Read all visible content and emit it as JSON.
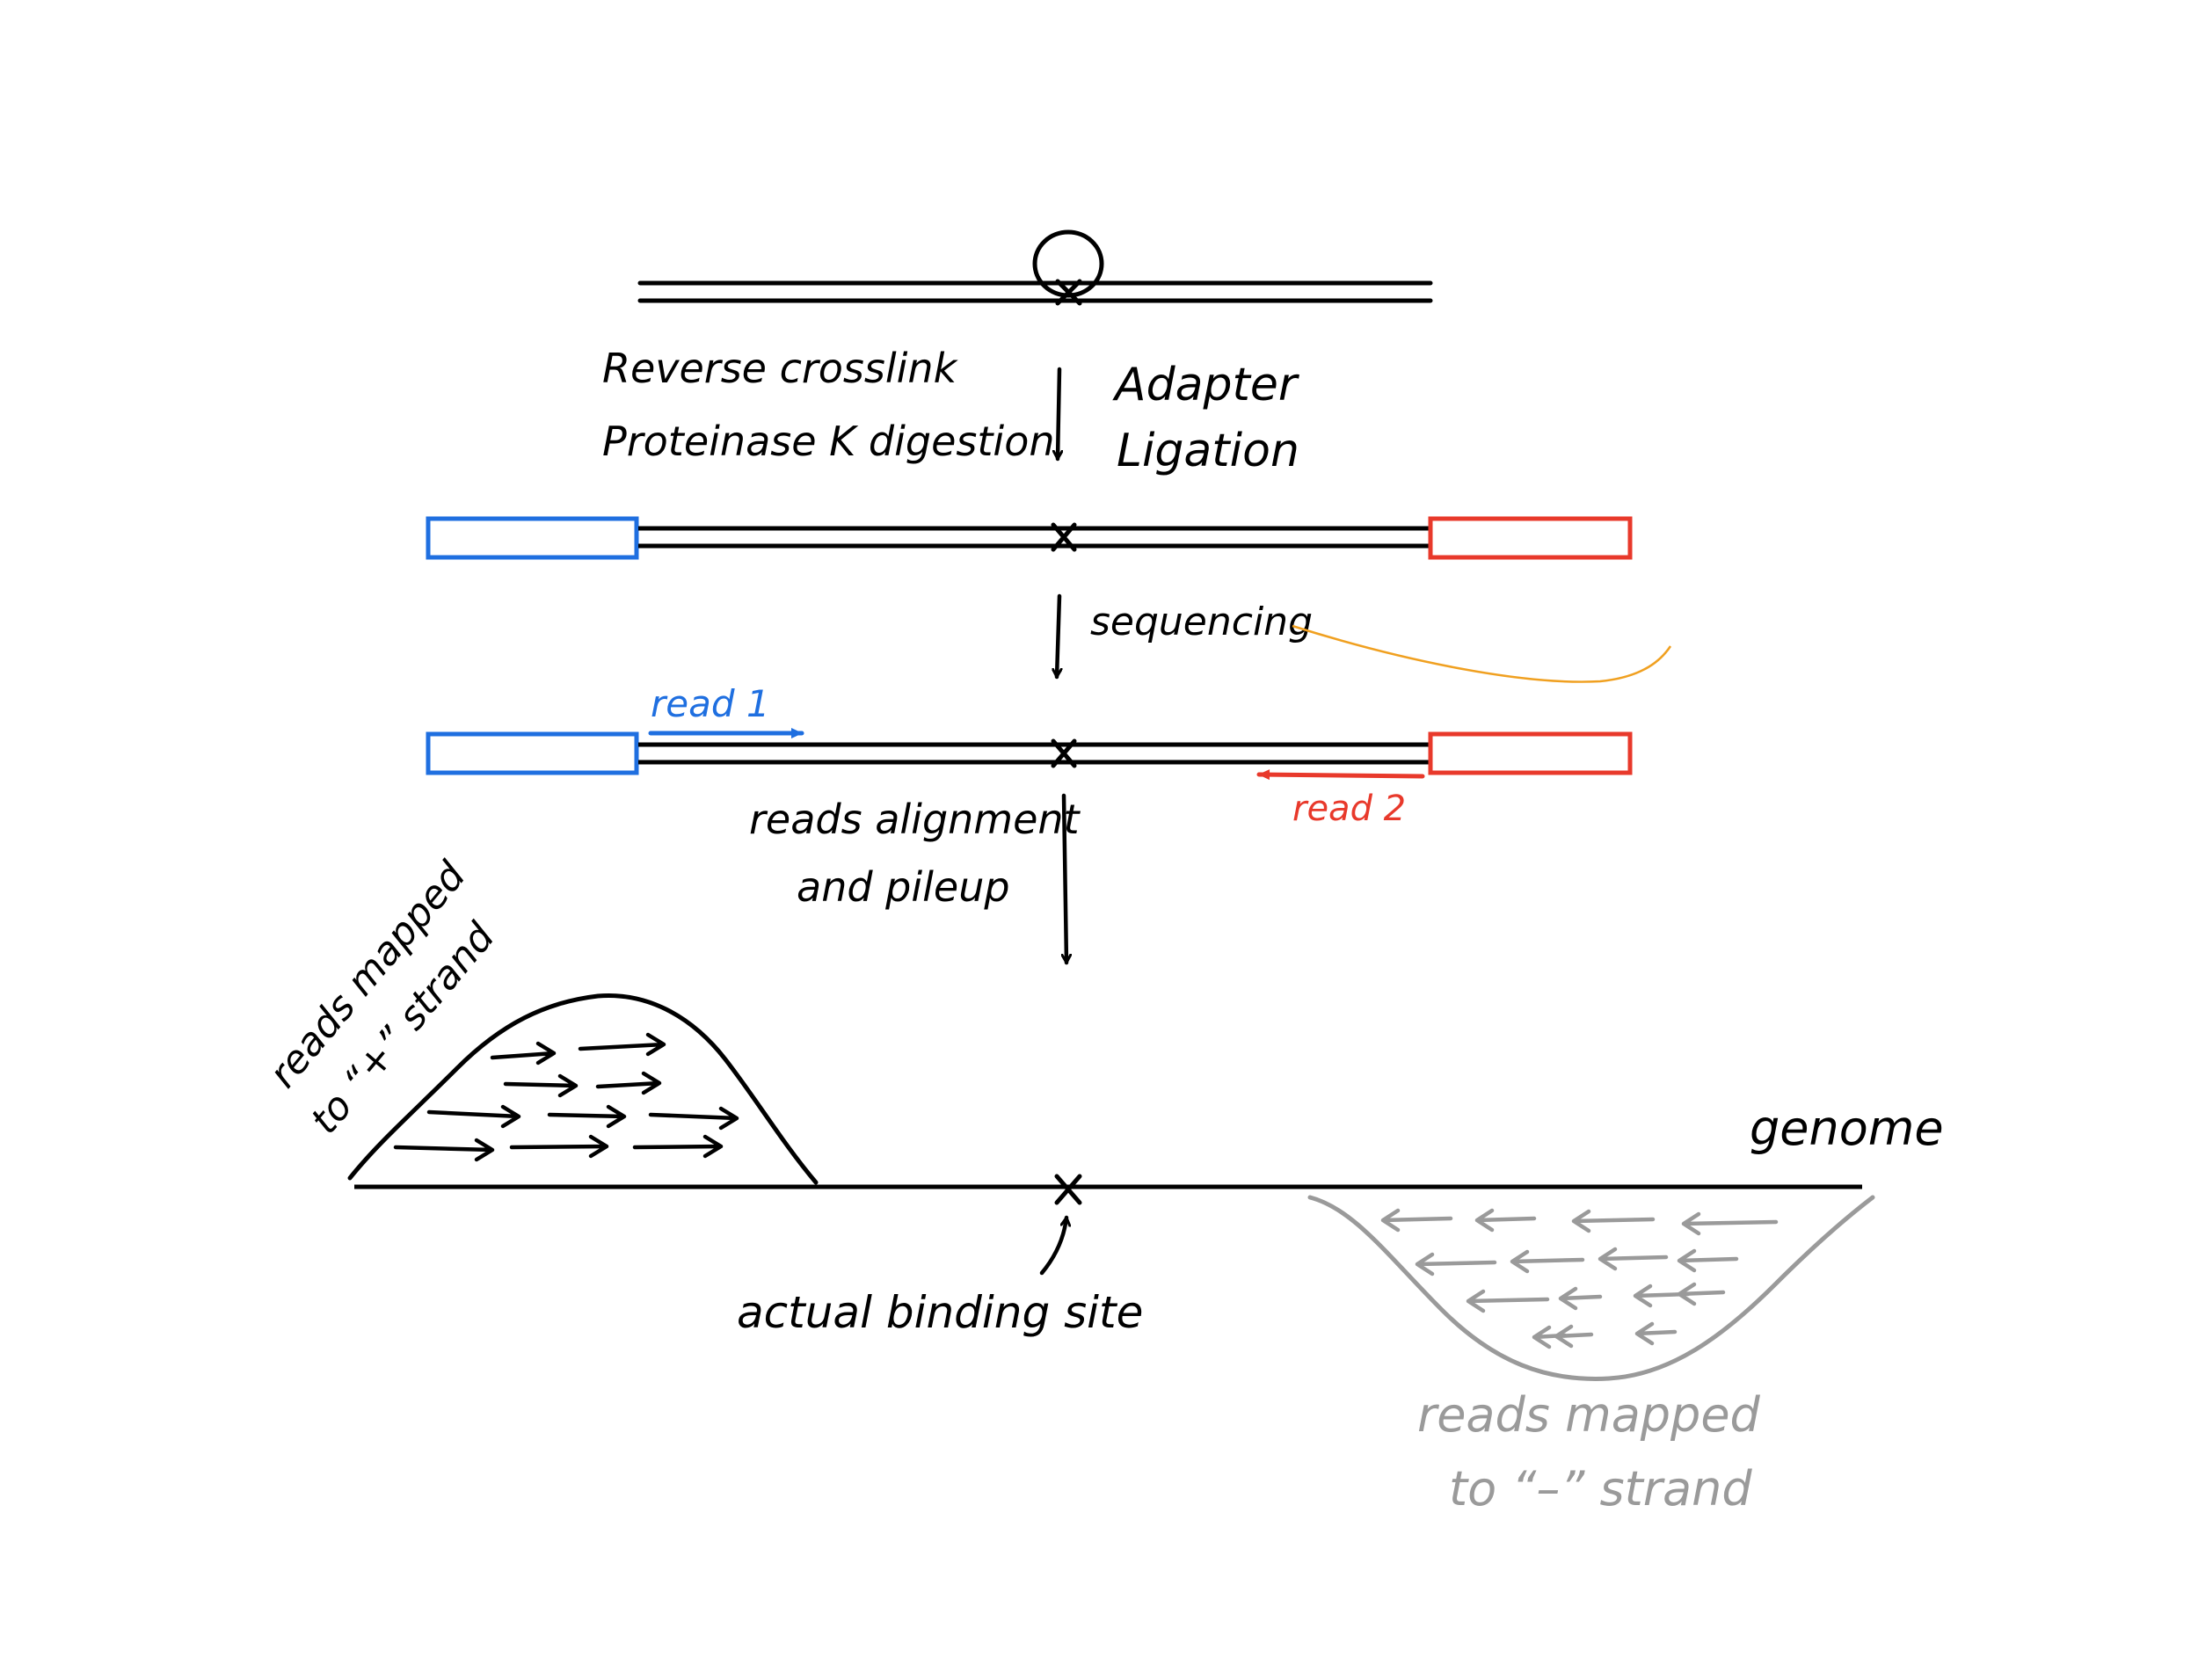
{
  "labels": {
    "reverse_crosslink": "Reverse crosslink",
    "proteinase_k": "Proteinase K digestion",
    "adapter": "Adapter",
    "ligation": "Ligation",
    "sequencing": "sequencing",
    "read1": "read 1",
    "read2": "read 2",
    "reads_alignment": "reads alignment",
    "and_pileup": "and pileup",
    "reads_plus_line1": "reads mapped",
    "reads_plus_line2": "to “+” strand",
    "genome": "genome",
    "actual_binding_site": "actual binding site",
    "reads_minus_line1": "reads mapped",
    "reads_minus_line2": "to “–” strand"
  },
  "colors": {
    "ink": "#000000",
    "adapter_5p": "#1f6fe0",
    "adapter_3p": "#e8392b",
    "read1": "#1f6fe0",
    "read2": "#e8392b",
    "minus_strand": "#9a9a9a",
    "annotation_curve": "#f0a020"
  }
}
